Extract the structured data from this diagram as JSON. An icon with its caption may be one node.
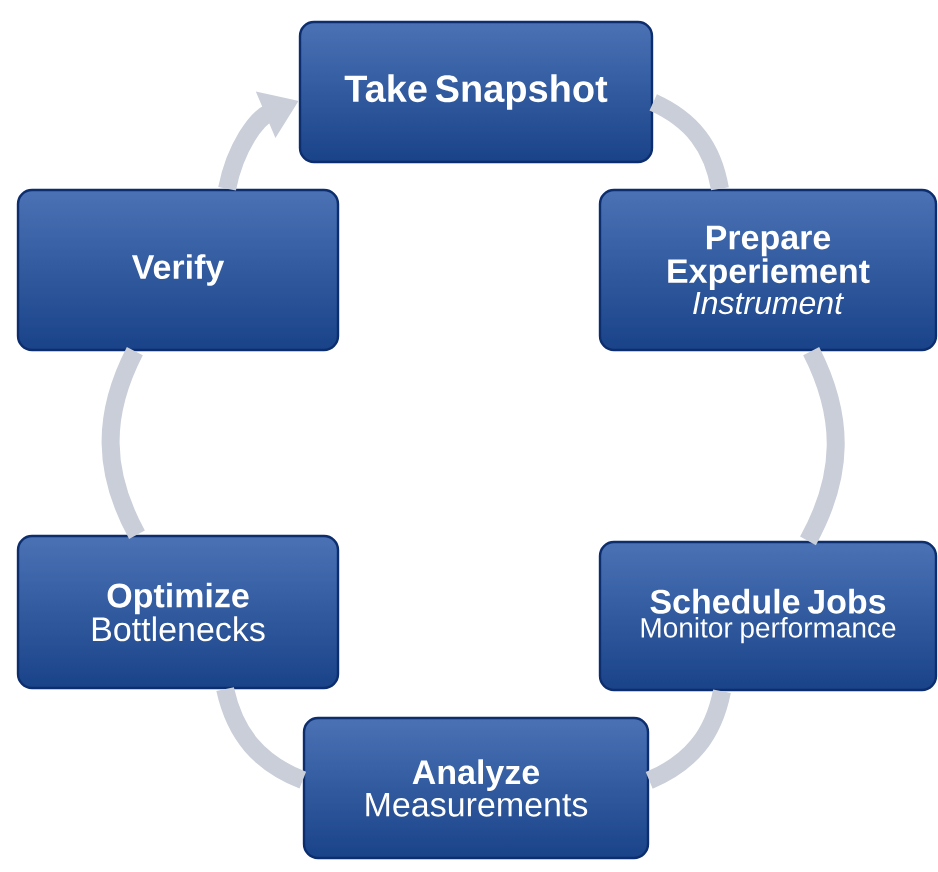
{
  "diagram": {
    "nodes": [
      {
        "text": [
          "Take Snapshot"
        ]
      },
      {
        "text": [
          "Prepare Experiement",
          "*Instrument*"
        ]
      },
      {
        "text": [
          "Schedule Jobs",
          "Monitor performance"
        ]
      },
      {
        "text": [
          "Analyze",
          "Measurements"
        ]
      },
      {
        "text": [
          "Optimize",
          "Bottlenecks"
        ]
      },
      {
        "text": [
          "Verify"
        ]
      }
    ],
    "edges": [
      {
        "from": 0,
        "to": 1,
        "arrow": "none"
      },
      {
        "from": 1,
        "to": 2,
        "arrow": "none"
      },
      {
        "from": 2,
        "to": 3,
        "arrow": "none"
      },
      {
        "from": 3,
        "to": 4,
        "arrow": "none"
      },
      {
        "from": 4,
        "to": 5,
        "arrow": "none"
      },
      {
        "from": 5,
        "to": 0,
        "arrow": "to"
      }
    ]
  }
}
